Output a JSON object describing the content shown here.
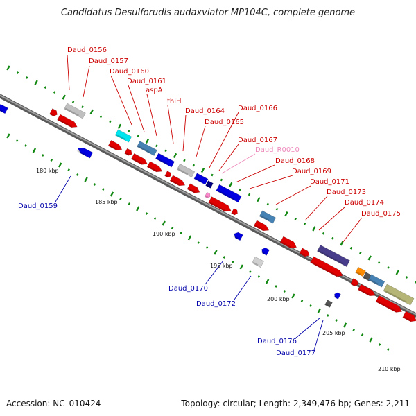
{
  "title": "Candidatus Desulforudis audaxviator MP104C, complete genome",
  "footer": {
    "accession": "Accession: NC_010424",
    "topology": "Topology: circular; Length: 2,349,476 bp; Genes: 2,211"
  },
  "colors": {
    "backbone": "#808080",
    "forward_label": "#cc0000",
    "reverse_label": "#0000aa",
    "rna_label": "#ee88bb",
    "gc_dots": "#118811"
  },
  "ticks": [
    {
      "label": "180 kbp"
    },
    {
      "label": "185 kbp"
    },
    {
      "label": "190 kbp"
    },
    {
      "label": "195 kbp"
    },
    {
      "label": "200 kbp"
    },
    {
      "label": "205 kbp"
    },
    {
      "label": "210 kbp"
    }
  ],
  "labels": [
    {
      "text": "Daud_0156",
      "strand": "forward"
    },
    {
      "text": "Daud_0157",
      "strand": "forward"
    },
    {
      "text": "Daud_0160",
      "strand": "forward"
    },
    {
      "text": "Daud_0161",
      "strand": "forward"
    },
    {
      "text": "aspA",
      "strand": "forward"
    },
    {
      "text": "thiH",
      "strand": "forward"
    },
    {
      "text": "Daud_0164",
      "strand": "forward"
    },
    {
      "text": "Daud_0165",
      "strand": "forward"
    },
    {
      "text": "Daud_0166",
      "strand": "forward"
    },
    {
      "text": "Daud_0167",
      "strand": "forward"
    },
    {
      "text": "Daud_R0010",
      "strand": "rna"
    },
    {
      "text": "Daud_0168",
      "strand": "forward"
    },
    {
      "text": "Daud_0169",
      "strand": "forward"
    },
    {
      "text": "Daud_0171",
      "strand": "forward"
    },
    {
      "text": "Daud_0173",
      "strand": "forward"
    },
    {
      "text": "Daud_0174",
      "strand": "forward"
    },
    {
      "text": "Daud_0175",
      "strand": "forward"
    },
    {
      "text": "Daud_0159",
      "strand": "reverse"
    },
    {
      "text": "Daud_0170",
      "strand": "reverse"
    },
    {
      "text": "Daud_0172",
      "strand": "reverse"
    },
    {
      "text": "Daud_0176",
      "strand": "reverse"
    },
    {
      "text": "Daud_0177",
      "strand": "reverse"
    }
  ]
}
